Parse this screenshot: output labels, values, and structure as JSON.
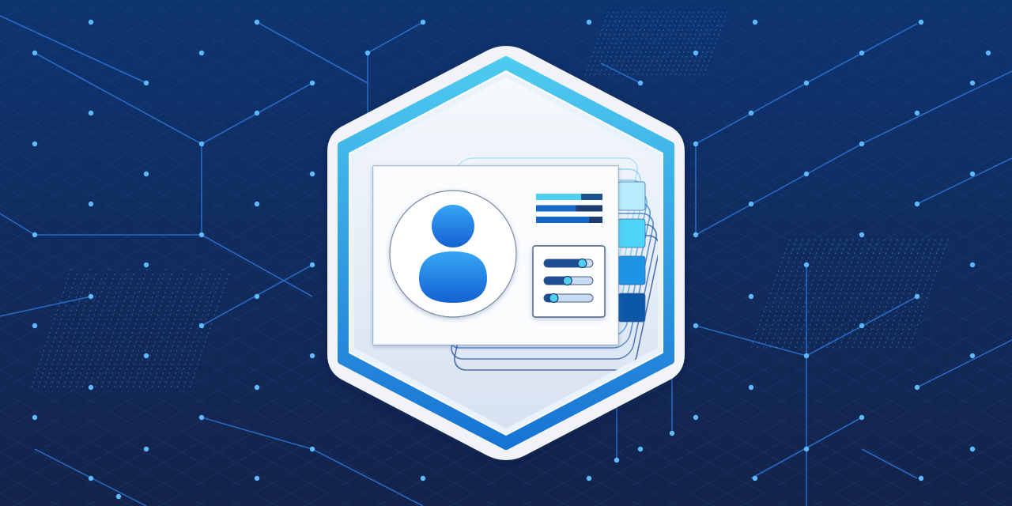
{
  "scene": {
    "background_colors": [
      "#0e3470",
      "#13234a"
    ],
    "node_color": "#5fb9ff",
    "line_color": "#2c74d6",
    "badge": {
      "outer_ring_color": "#f1f3f6",
      "border_colors": [
        "#4ecbf0",
        "#1773d4"
      ],
      "inner_fill_colors": [
        "#f6f9fd",
        "#d7e2f1"
      ]
    },
    "profile_card": {
      "avatar_icon": "person-icon",
      "avatar_colors": [
        "#36a6f4",
        "#1461d2"
      ],
      "info_bars": [
        {
          "colors": [
            "#4fd0f3",
            "#1e4f91"
          ],
          "fill": 0.68
        },
        {
          "colors": [
            "#1769c9",
            "#1d3d70"
          ],
          "fill": 0.6
        },
        {
          "colors": [
            "#1769c9",
            "#1d3d70"
          ],
          "fill": 0.8
        }
      ],
      "sliders": [
        {
          "name": "slider-1",
          "level": 0.78
        },
        {
          "name": "slider-2",
          "level": 0.48
        },
        {
          "name": "slider-3",
          "level": 0.2
        }
      ],
      "color_tiles": [
        "#b9ecfd",
        "#4ed4f7",
        "#1e95e4",
        "#0d58a6"
      ]
    }
  }
}
